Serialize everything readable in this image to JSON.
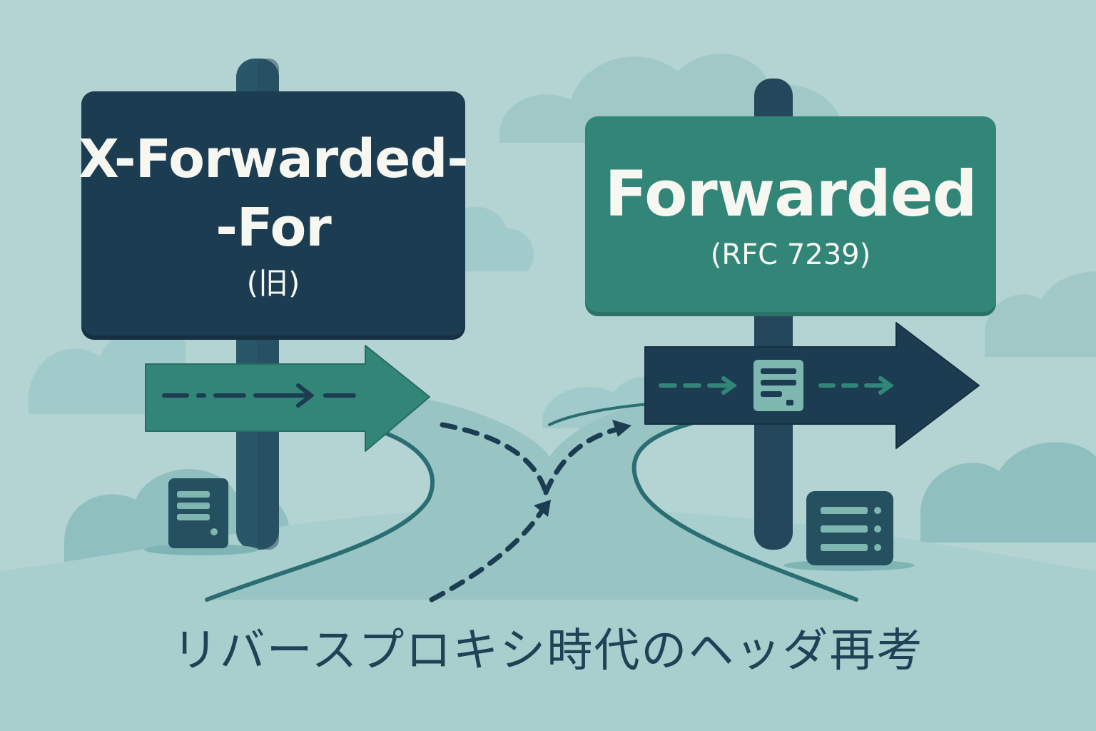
{
  "left_sign": {
    "title_line1": "X-Forwarded-",
    "title_line2": "-For",
    "subtitle": "(旧)"
  },
  "right_sign": {
    "title": "Forwarded",
    "subtitle": "(RFC 7239)"
  },
  "caption": "リバースプロキシ時代のヘッダ再考",
  "colors": {
    "background": "#b4d3d3",
    "navy": "#1c3c51",
    "teal": "#328678",
    "road": "#98c4c3",
    "cloud": "#9cc6c5"
  },
  "icons": [
    "server-icon",
    "arrow-icon",
    "dashed-path-icon",
    "document-icon"
  ]
}
